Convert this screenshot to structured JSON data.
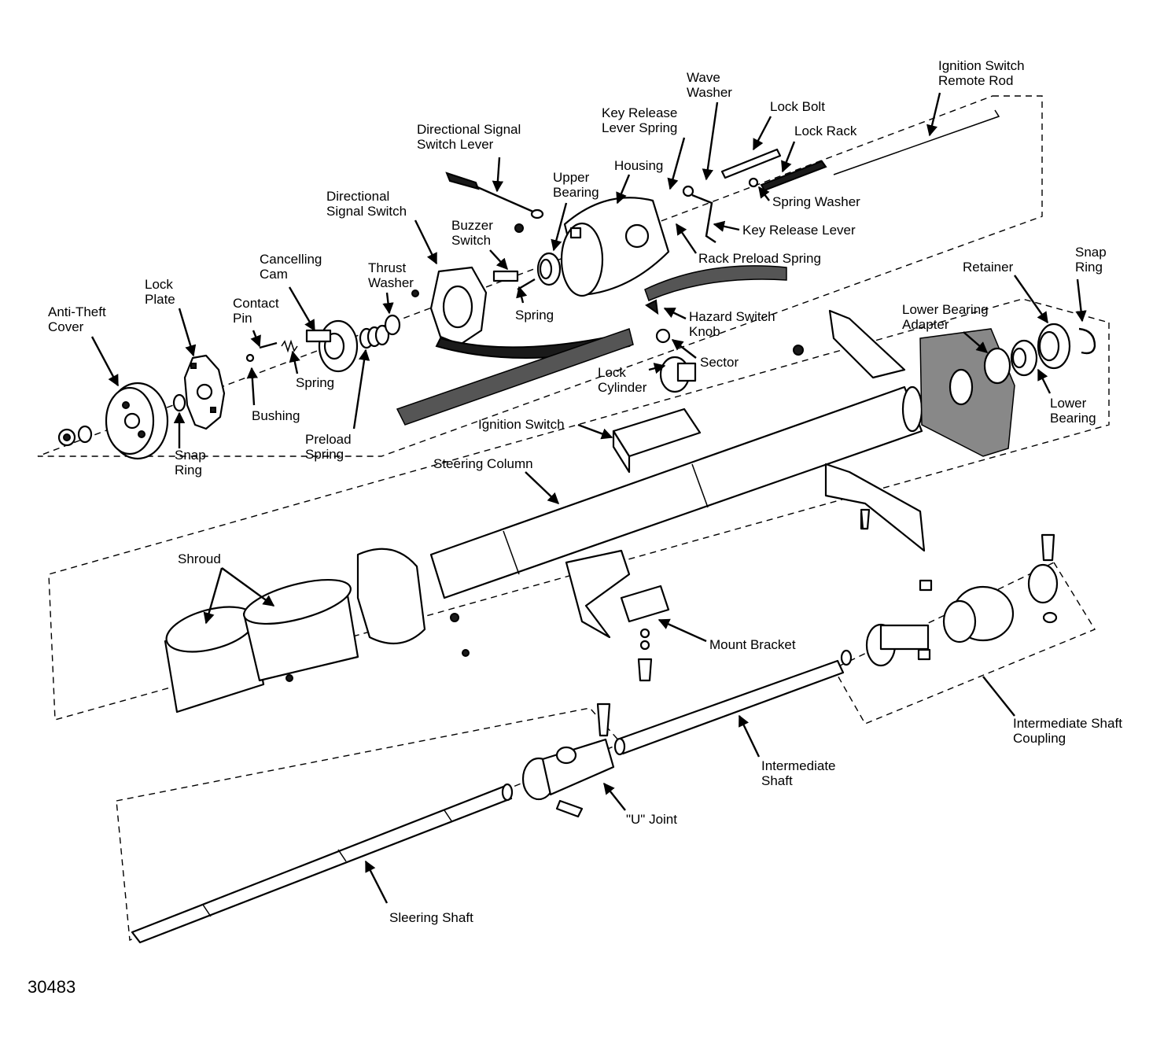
{
  "figure_number": "30483",
  "labels": {
    "ignition_switch_remote_rod": [
      "Ignition Switch",
      "Remote Rod"
    ],
    "wave_washer": [
      "Wave",
      "Washer"
    ],
    "lock_bolt": [
      "Lock Bolt"
    ],
    "lock_rack": [
      "Lock Rack"
    ],
    "key_release_lever_spring": [
      "Key Release",
      "Lever Spring"
    ],
    "directional_signal_switch_lever": [
      "Directional Signal",
      "Switch Lever"
    ],
    "upper_bearing": [
      "Upper",
      "Bearing"
    ],
    "housing": [
      "Housing"
    ],
    "spring_washer": [
      "Spring Washer"
    ],
    "key_release_lever": [
      "Key Release Lever"
    ],
    "directional_signal_switch": [
      "Directional",
      "Signal Switch"
    ],
    "buzzer_switch": [
      "Buzzer",
      "Switch"
    ],
    "rack_preload_spring": [
      "Rack Preload Spring"
    ],
    "cancelling_cam": [
      "Cancelling",
      "Cam"
    ],
    "thrust_washer": [
      "Thrust",
      "Washer"
    ],
    "snap_ring_upper": [
      "Snap",
      "Ring"
    ],
    "retainer": [
      "Retainer"
    ],
    "lock_plate": [
      "Lock",
      "Plate"
    ],
    "contact_pin": [
      "Contact",
      "Pin"
    ],
    "spring_1": [
      "Spring"
    ],
    "hazard_switch_knob": [
      "Hazard Switch",
      "Knob"
    ],
    "lower_bearing_adapter": [
      "Lower Bearing",
      "Adapter"
    ],
    "anti_theft_cover": [
      "Anti-Theft",
      "Cover"
    ],
    "sector": [
      "Sector"
    ],
    "lock_cylinder": [
      "Lock",
      "Cylinder"
    ],
    "spring_2": [
      "Spring"
    ],
    "lower_bearing": [
      "Lower",
      "Bearing"
    ],
    "bushing": [
      "Bushing"
    ],
    "snap_ring_lower": [
      "Snap",
      "Ring"
    ],
    "preload_spring": [
      "Preload",
      "Spring"
    ],
    "ignition_switch": [
      "Ignition Switch"
    ],
    "steering_column": [
      "Steering Column"
    ],
    "shroud": [
      "Shroud"
    ],
    "mount_bracket": [
      "Mount Bracket"
    ],
    "intermediate_shaft_coupling": [
      "Intermediate Shaft",
      "Coupling"
    ],
    "intermediate_shaft": [
      "Intermediate",
      "Shaft"
    ],
    "u_joint": [
      "\"U\" Joint"
    ],
    "steering_shaft": [
      "Sleering Shaft"
    ]
  }
}
